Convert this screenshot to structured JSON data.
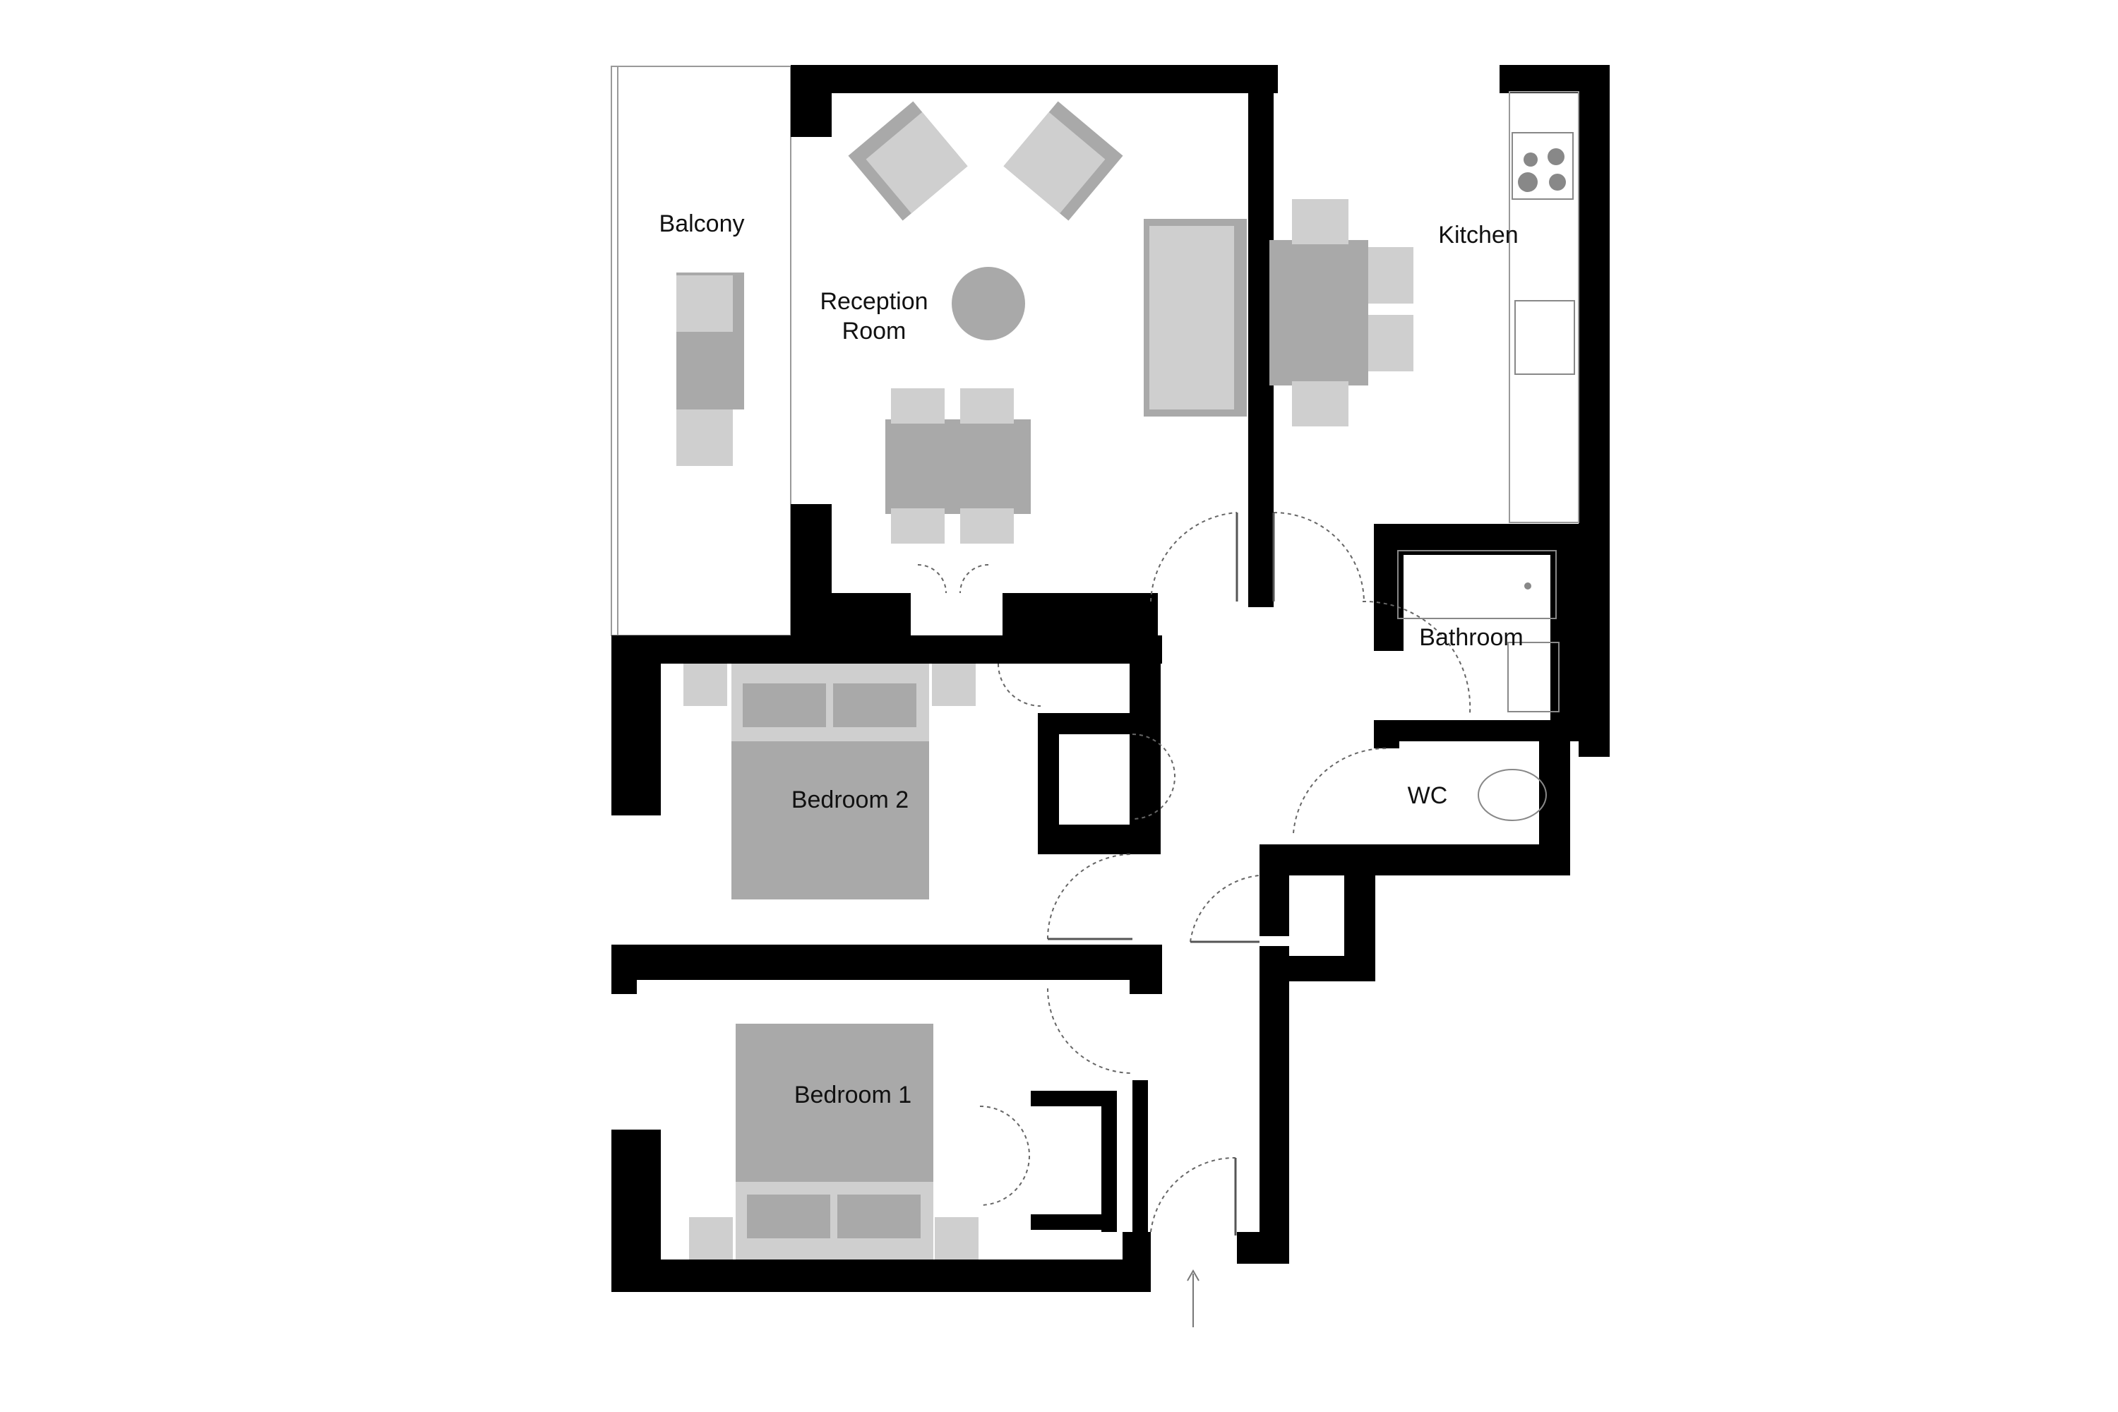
{
  "rooms": {
    "balcony": "Balcony",
    "reception": [
      "Reception",
      "Room"
    ],
    "kitchen": "Kitchen",
    "bathroom": "Bathroom",
    "wc": "WC",
    "bedroom2": "Bedroom 2",
    "bedroom1": "Bedroom 1"
  },
  "colors": {
    "walls": "#000000",
    "furniture_light": "#cfcfcf",
    "furniture_dark": "#a9a9a9",
    "background": "#ffffff"
  },
  "icons": {
    "entrance": "entrance-arrow-icon"
  }
}
